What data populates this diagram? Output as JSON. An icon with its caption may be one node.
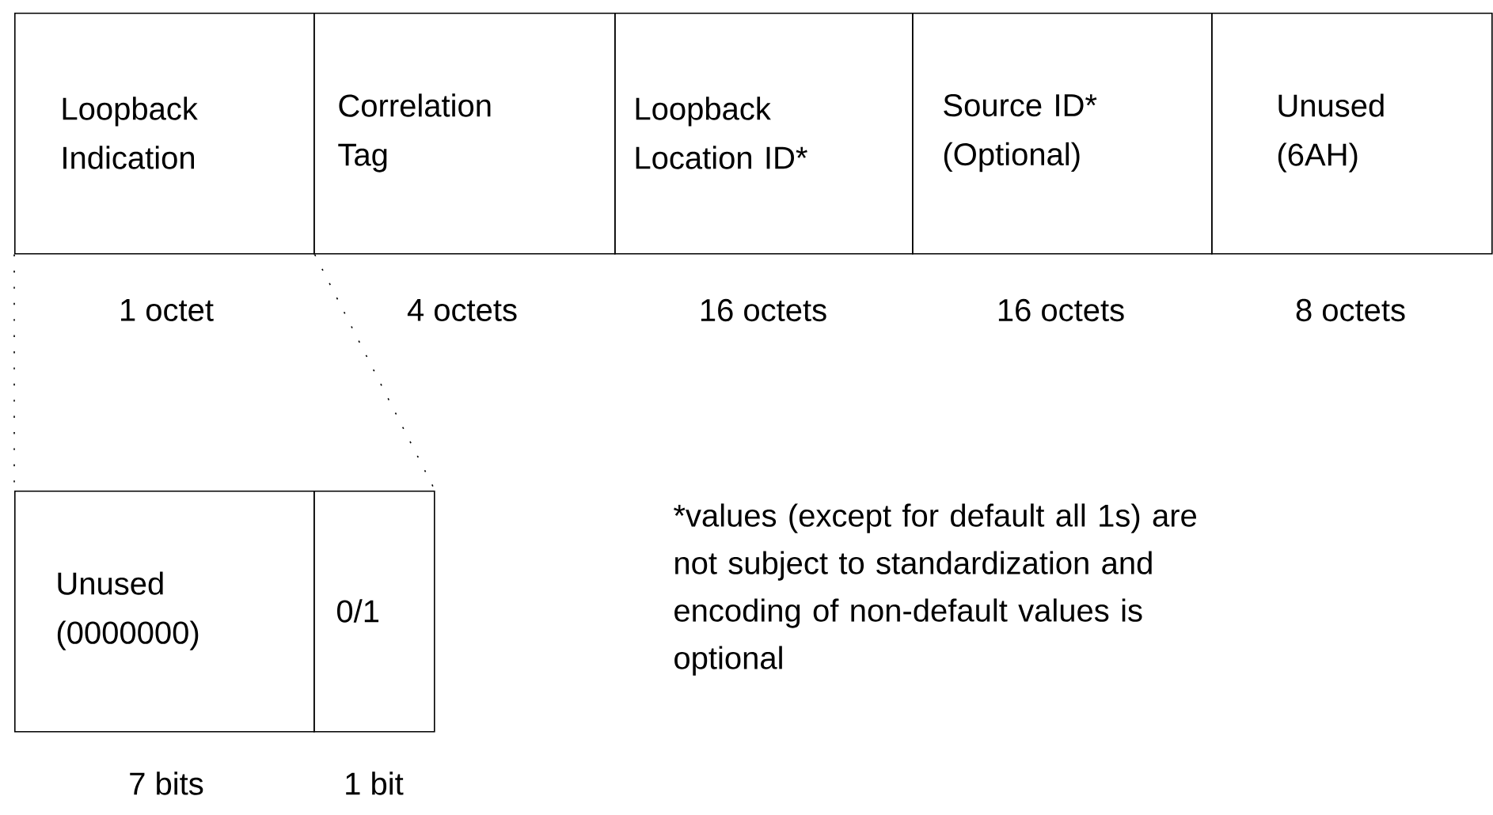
{
  "diagram": {
    "nodes": [
      {
        "text": [
          "Loopback Indication"
        ],
        "beside": [
          "1 octet"
        ]
      },
      {
        "text": [
          "Correlation Tag"
        ],
        "beside": [
          "4 octets"
        ]
      },
      {
        "text": [
          "Loopback Location ID*"
        ],
        "beside": [
          "16 octets"
        ]
      },
      {
        "text": [
          "Source ID* (Optional)"
        ],
        "beside": [
          "16 octets"
        ]
      },
      {
        "text": [
          "Unused (6AH)"
        ],
        "beside": [
          "8 octets"
        ]
      },
      {
        "text": [
          "Unused (0000000)"
        ],
        "beside": [
          "7 bits"
        ]
      },
      {
        "text": [
          "0/1"
        ],
        "beside": [
          "1 bit"
        ]
      }
    ],
    "edges": [
      {
        "from": 0,
        "to": 5,
        "arrow": "none",
        "style": "dashed"
      },
      {
        "from": 0,
        "to": 6,
        "arrow": "none",
        "style": "dashed"
      }
    ],
    "labels": [
      "*values (except for default all 1s) are not subject to standardization and encoding of non-default values is optional"
    ]
  }
}
